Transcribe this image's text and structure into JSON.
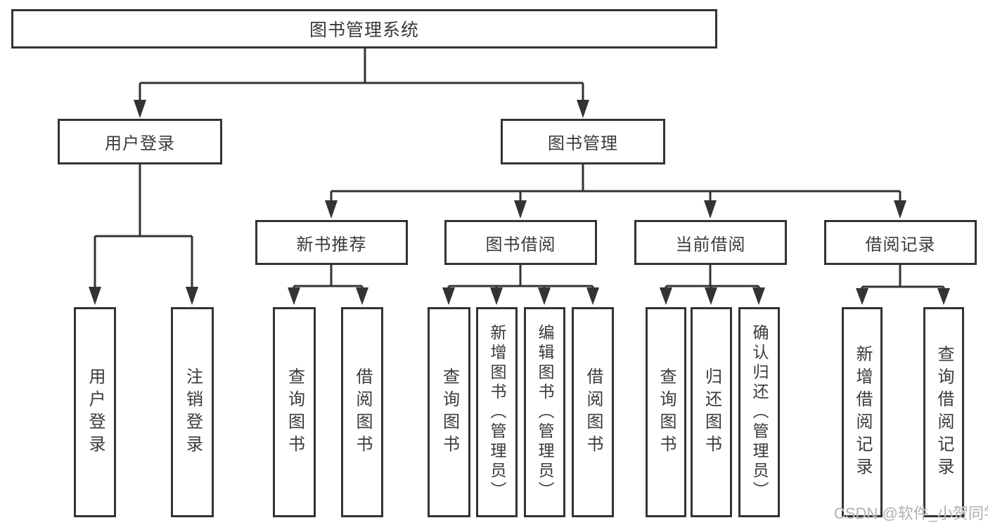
{
  "diagram": {
    "type": "tree",
    "title": "图书管理系统",
    "nodes": {
      "root": "图书管理系统",
      "user_login": "用户登录",
      "book_mgmt": "图书管理",
      "new_books": "新书推荐",
      "book_borrow": "图书借阅",
      "current_borrow": "当前借阅",
      "borrow_records": "借阅记录"
    },
    "leaves": {
      "user_login": [
        "用户登录",
        "注销登录"
      ],
      "new_books": [
        "查询图书",
        "借阅图书"
      ],
      "book_borrow": [
        "查询图书",
        "新增图书（管理员）",
        "编辑图书（管理员）",
        "借阅图书"
      ],
      "current_borrow": [
        "查询图书",
        "归还图书",
        "确认归还（管理员）"
      ],
      "borrow_records": [
        "新增借阅记录",
        "查询借阅记录"
      ]
    },
    "edges": [
      [
        "图书管理系统",
        "用户登录"
      ],
      [
        "图书管理系统",
        "图书管理"
      ],
      [
        "用户登录",
        "用户登录(叶)"
      ],
      [
        "用户登录",
        "注销登录"
      ],
      [
        "图书管理",
        "新书推荐"
      ],
      [
        "图书管理",
        "图书借阅"
      ],
      [
        "图书管理",
        "当前借阅"
      ],
      [
        "图书管理",
        "借阅记录"
      ],
      [
        "新书推荐",
        "查询图书"
      ],
      [
        "新书推荐",
        "借阅图书"
      ],
      [
        "图书借阅",
        "查询图书"
      ],
      [
        "图书借阅",
        "新增图书（管理员）"
      ],
      [
        "图书借阅",
        "编辑图书（管理员）"
      ],
      [
        "图书借阅",
        "借阅图书"
      ],
      [
        "当前借阅",
        "查询图书"
      ],
      [
        "当前借阅",
        "归还图书"
      ],
      [
        "当前借阅",
        "确认归还（管理员）"
      ],
      [
        "借阅记录",
        "新增借阅记录"
      ],
      [
        "借阅记录",
        "查询借阅记录"
      ]
    ],
    "colors": {
      "line": "#333333",
      "text": "#3a3a3a",
      "background": "#ffffff",
      "watermark": "#b0b0b0"
    },
    "watermark": "CSDN @软件_小贺同学"
  }
}
